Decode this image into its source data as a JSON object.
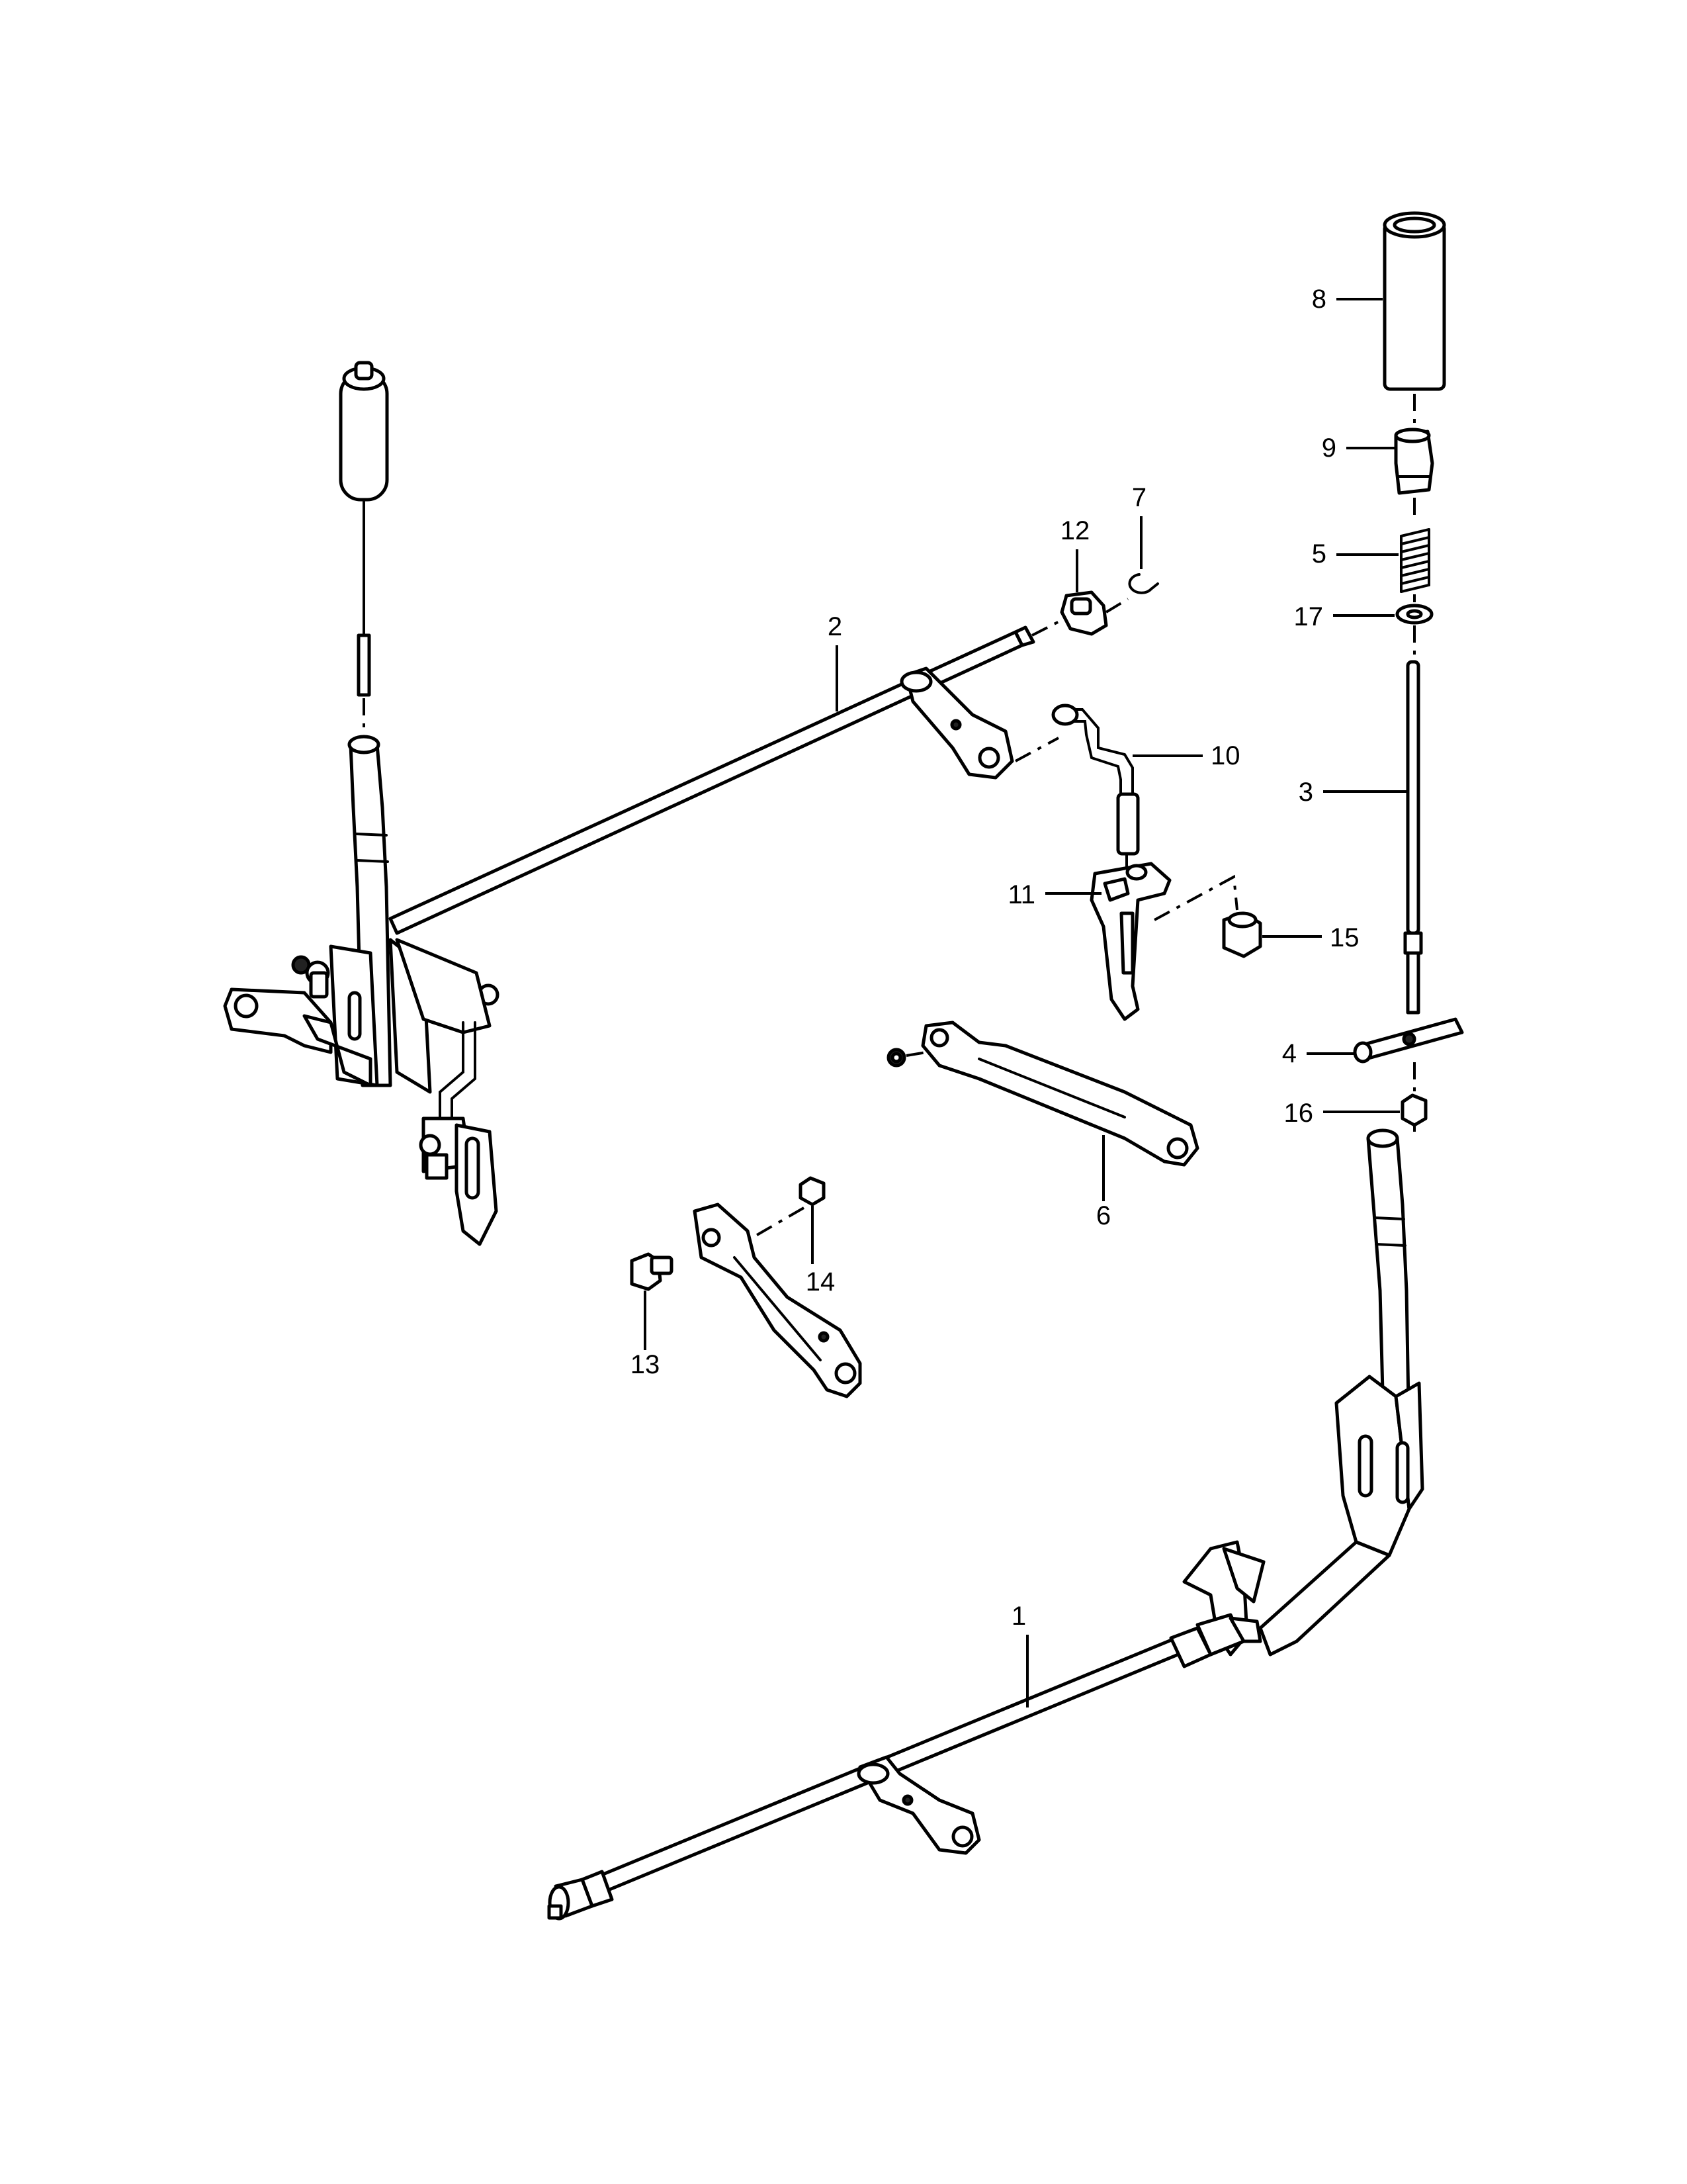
{
  "callouts": [
    {
      "id": "1",
      "label": "1"
    },
    {
      "id": "2",
      "label": "2"
    },
    {
      "id": "3",
      "label": "3"
    },
    {
      "id": "4",
      "label": "4"
    },
    {
      "id": "5",
      "label": "5"
    },
    {
      "id": "6",
      "label": "6"
    },
    {
      "id": "7",
      "label": "7"
    },
    {
      "id": "8",
      "label": "8"
    },
    {
      "id": "9",
      "label": "9"
    },
    {
      "id": "10",
      "label": "10"
    },
    {
      "id": "11",
      "label": "11"
    },
    {
      "id": "12",
      "label": "12"
    },
    {
      "id": "13",
      "label": "13"
    },
    {
      "id": "14",
      "label": "14"
    },
    {
      "id": "15",
      "label": "15"
    },
    {
      "id": "16",
      "label": "16"
    },
    {
      "id": "17",
      "label": "17"
    }
  ],
  "colors": {
    "line": "#000000",
    "background": "#ffffff"
  }
}
